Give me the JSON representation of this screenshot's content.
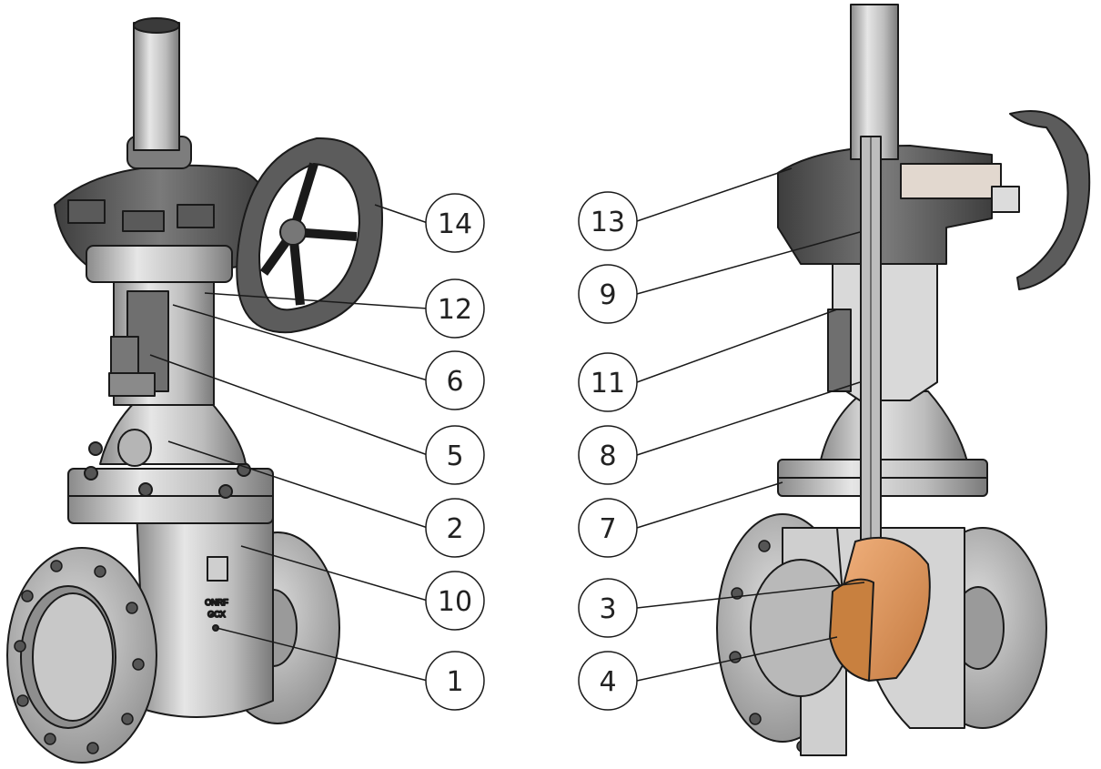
{
  "callouts": {
    "c1": "1",
    "c2": "2",
    "c3": "3",
    "c4": "4",
    "c5": "5",
    "c6": "6",
    "c7": "7",
    "c8": "8",
    "c9": "9",
    "c10": "10",
    "c11": "11",
    "c12": "12",
    "c13": "13",
    "c14": "14"
  },
  "colors": {
    "steel_light": "#d9d9d9",
    "steel_mid": "#a9a9a9",
    "steel_dark": "#6b6b6b",
    "cast_dark": "#555555",
    "bronze": "#d98e55",
    "outline": "#1a1a1a"
  },
  "valve_marking": {
    "line1": "ONRF",
    "line2": "GCX"
  }
}
